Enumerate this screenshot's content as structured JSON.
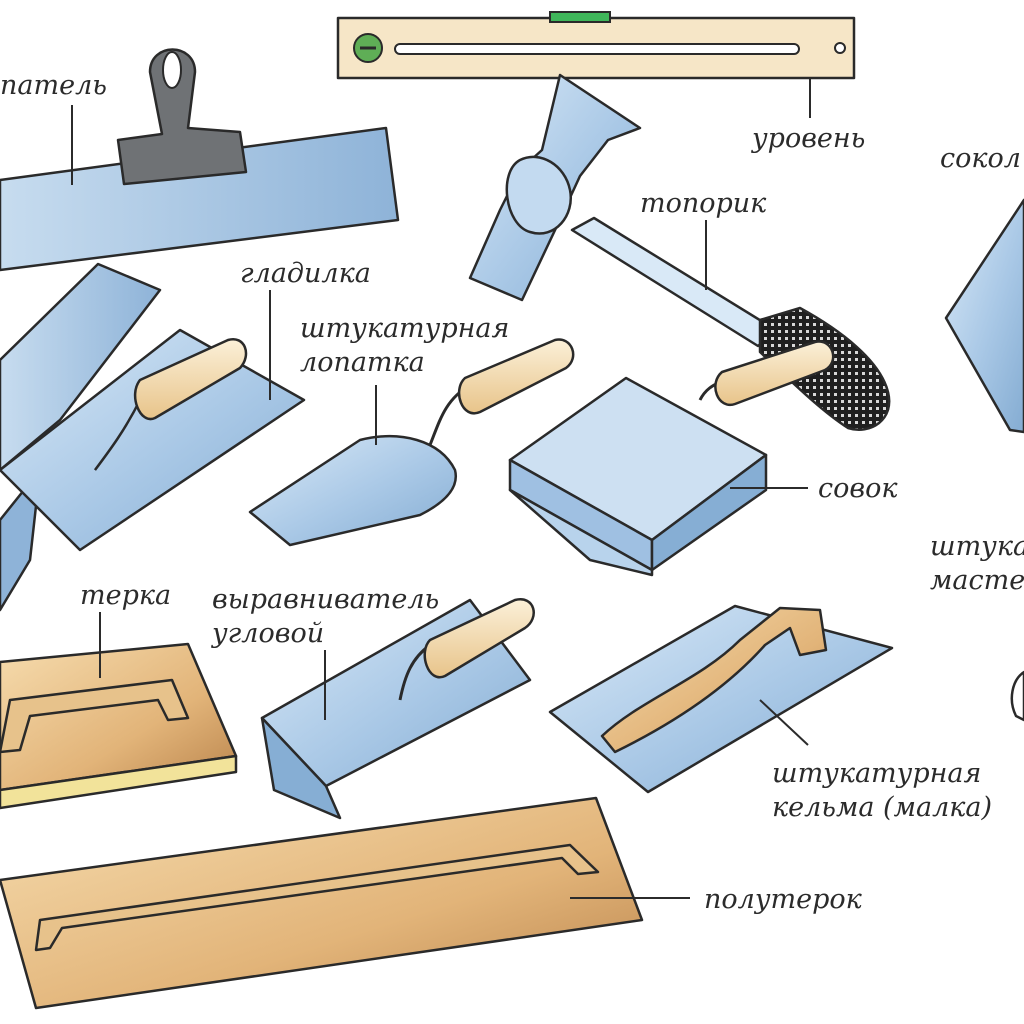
{
  "labels": {
    "shpatel": "патель",
    "uroven": "уровень",
    "sokol": "сокол",
    "toporik": "топорик",
    "gladilka": "гладилка",
    "lopatka_l1": "штукатурная",
    "lopatka_l2": "лопатка",
    "sovok": "совок",
    "master_l1": "штука",
    "master_l2": "масте",
    "terka": "терка",
    "vyravnivatel_l1": "выравниватель",
    "vyravnivatel_l2": "угловой",
    "kelma_l1": "штукатурная",
    "kelma_l2": "кельма (малка)",
    "poluterok": "полутерок"
  },
  "colors": {
    "steel": "#a9c8e6",
    "steel_light": "#d7e7f6",
    "steel_dark": "#7ea6cc",
    "wood_light": "#f4dcaf",
    "wood_mid": "#e0b277",
    "wood_dark": "#b9834b",
    "level_body": "#f6e6c7",
    "blade_grey": "#6f7275",
    "rubber": "#333333",
    "outline": "#2a2a2a"
  }
}
